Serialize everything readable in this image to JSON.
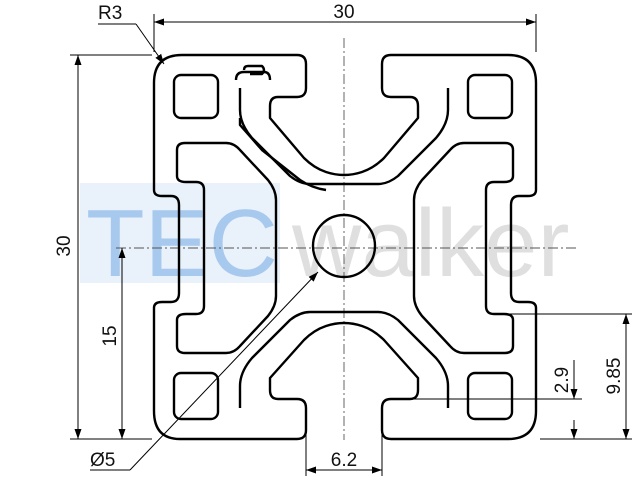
{
  "drawing": {
    "dimensions": {
      "overall_width": "30",
      "overall_height": "30",
      "half_height": "15",
      "corner_radius": "R3",
      "bore_diameter": "Ø5",
      "slot_width": "6.2",
      "slot_depth": "2.9",
      "slot_offset": "9.85"
    },
    "watermark": {
      "part1": "TEC",
      "part2": "walker",
      "color1": "#2f7fd6",
      "color2": "#b8b8b8"
    },
    "colors": {
      "line": "#000000",
      "centerline": "#555555",
      "background": "#ffffff"
    }
  }
}
